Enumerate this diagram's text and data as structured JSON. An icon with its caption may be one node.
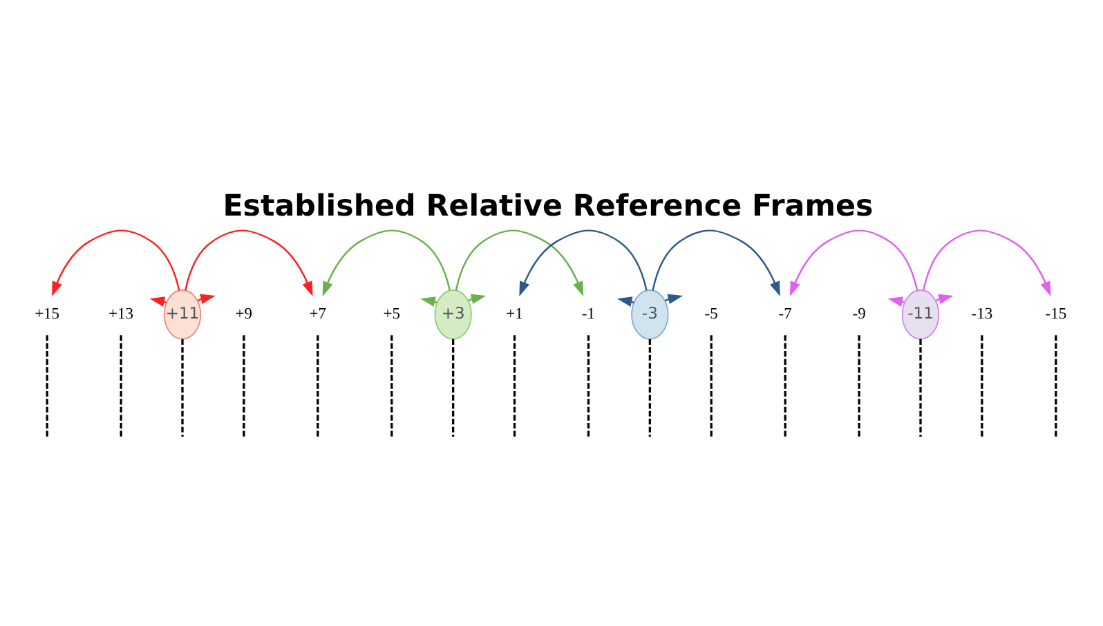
{
  "diagram": {
    "title": "Established Relative Reference Frames",
    "nodes": [
      {
        "text": [
          "+15"
        ]
      },
      {
        "text": [
          "+13"
        ]
      },
      {
        "text": [
          "+11"
        ]
      },
      {
        "text": [
          "+9"
        ]
      },
      {
        "text": [
          "+7"
        ]
      },
      {
        "text": [
          "+5"
        ]
      },
      {
        "text": [
          "+3"
        ]
      },
      {
        "text": [
          "+1"
        ]
      },
      {
        "text": [
          "-1"
        ]
      },
      {
        "text": [
          "-3"
        ]
      },
      {
        "text": [
          "-5"
        ]
      },
      {
        "text": [
          "-7"
        ]
      },
      {
        "text": [
          "-9"
        ]
      },
      {
        "text": [
          "-11"
        ]
      },
      {
        "text": [
          "-13"
        ]
      },
      {
        "text": [
          "-15"
        ]
      }
    ],
    "edges": [
      {
        "from": 2,
        "to": 0,
        "arrow": "to",
        "color": "#ff2020"
      },
      {
        "from": 2,
        "to": 1,
        "arrow": "to",
        "color": "#ff2020"
      },
      {
        "from": 2,
        "to": 3,
        "arrow": "to",
        "color": "#ff2020"
      },
      {
        "from": 2,
        "to": 4,
        "arrow": "to",
        "color": "#ff2020"
      },
      {
        "from": 6,
        "to": 4,
        "arrow": "to",
        "color": "#6ab04c"
      },
      {
        "from": 6,
        "to": 5,
        "arrow": "to",
        "color": "#6ab04c"
      },
      {
        "from": 6,
        "to": 7,
        "arrow": "to",
        "color": "#6ab04c"
      },
      {
        "from": 6,
        "to": 8,
        "arrow": "to",
        "color": "#6ab04c"
      },
      {
        "from": 9,
        "to": 7,
        "arrow": "to",
        "color": "#2e5a8a"
      },
      {
        "from": 9,
        "to": 8,
        "arrow": "to",
        "color": "#2e5a8a"
      },
      {
        "from": 9,
        "to": 10,
        "arrow": "to",
        "color": "#2e5a8a"
      },
      {
        "from": 9,
        "to": 11,
        "arrow": "to",
        "color": "#2e5a8a"
      },
      {
        "from": 13,
        "to": 11,
        "arrow": "to",
        "color": "#e060f0"
      },
      {
        "from": 13,
        "to": 12,
        "arrow": "to",
        "color": "#e060f0"
      },
      {
        "from": 13,
        "to": 14,
        "arrow": "to",
        "color": "#e060f0"
      },
      {
        "from": 13,
        "to": 15,
        "arrow": "to",
        "color": "#e060f0"
      },
      {
        "from": 0,
        "to": null,
        "arrow": "none",
        "style": "dashed"
      },
      {
        "from": 1,
        "to": null,
        "arrow": "none",
        "style": "dashed"
      },
      {
        "from": 2,
        "to": null,
        "arrow": "none",
        "style": "dashed"
      },
      {
        "from": 3,
        "to": null,
        "arrow": "none",
        "style": "dashed"
      },
      {
        "from": 4,
        "to": null,
        "arrow": "none",
        "style": "dashed"
      },
      {
        "from": 5,
        "to": null,
        "arrow": "none",
        "style": "dashed"
      },
      {
        "from": 6,
        "to": null,
        "arrow": "none",
        "style": "dashed"
      },
      {
        "from": 7,
        "to": null,
        "arrow": "none",
        "style": "dashed"
      },
      {
        "from": 8,
        "to": null,
        "arrow": "none",
        "style": "dashed"
      },
      {
        "from": 9,
        "to": null,
        "arrow": "none",
        "style": "dashed"
      },
      {
        "from": 10,
        "to": null,
        "arrow": "none",
        "style": "dashed"
      },
      {
        "from": 11,
        "to": null,
        "arrow": "none",
        "style": "dashed"
      },
      {
        "from": 12,
        "to": null,
        "arrow": "none",
        "style": "dashed"
      },
      {
        "from": 13,
        "to": null,
        "arrow": "none",
        "style": "dashed"
      },
      {
        "from": 14,
        "to": null,
        "arrow": "none",
        "style": "dashed"
      },
      {
        "from": 15,
        "to": null,
        "arrow": "none",
        "style": "dashed"
      }
    ]
  }
}
